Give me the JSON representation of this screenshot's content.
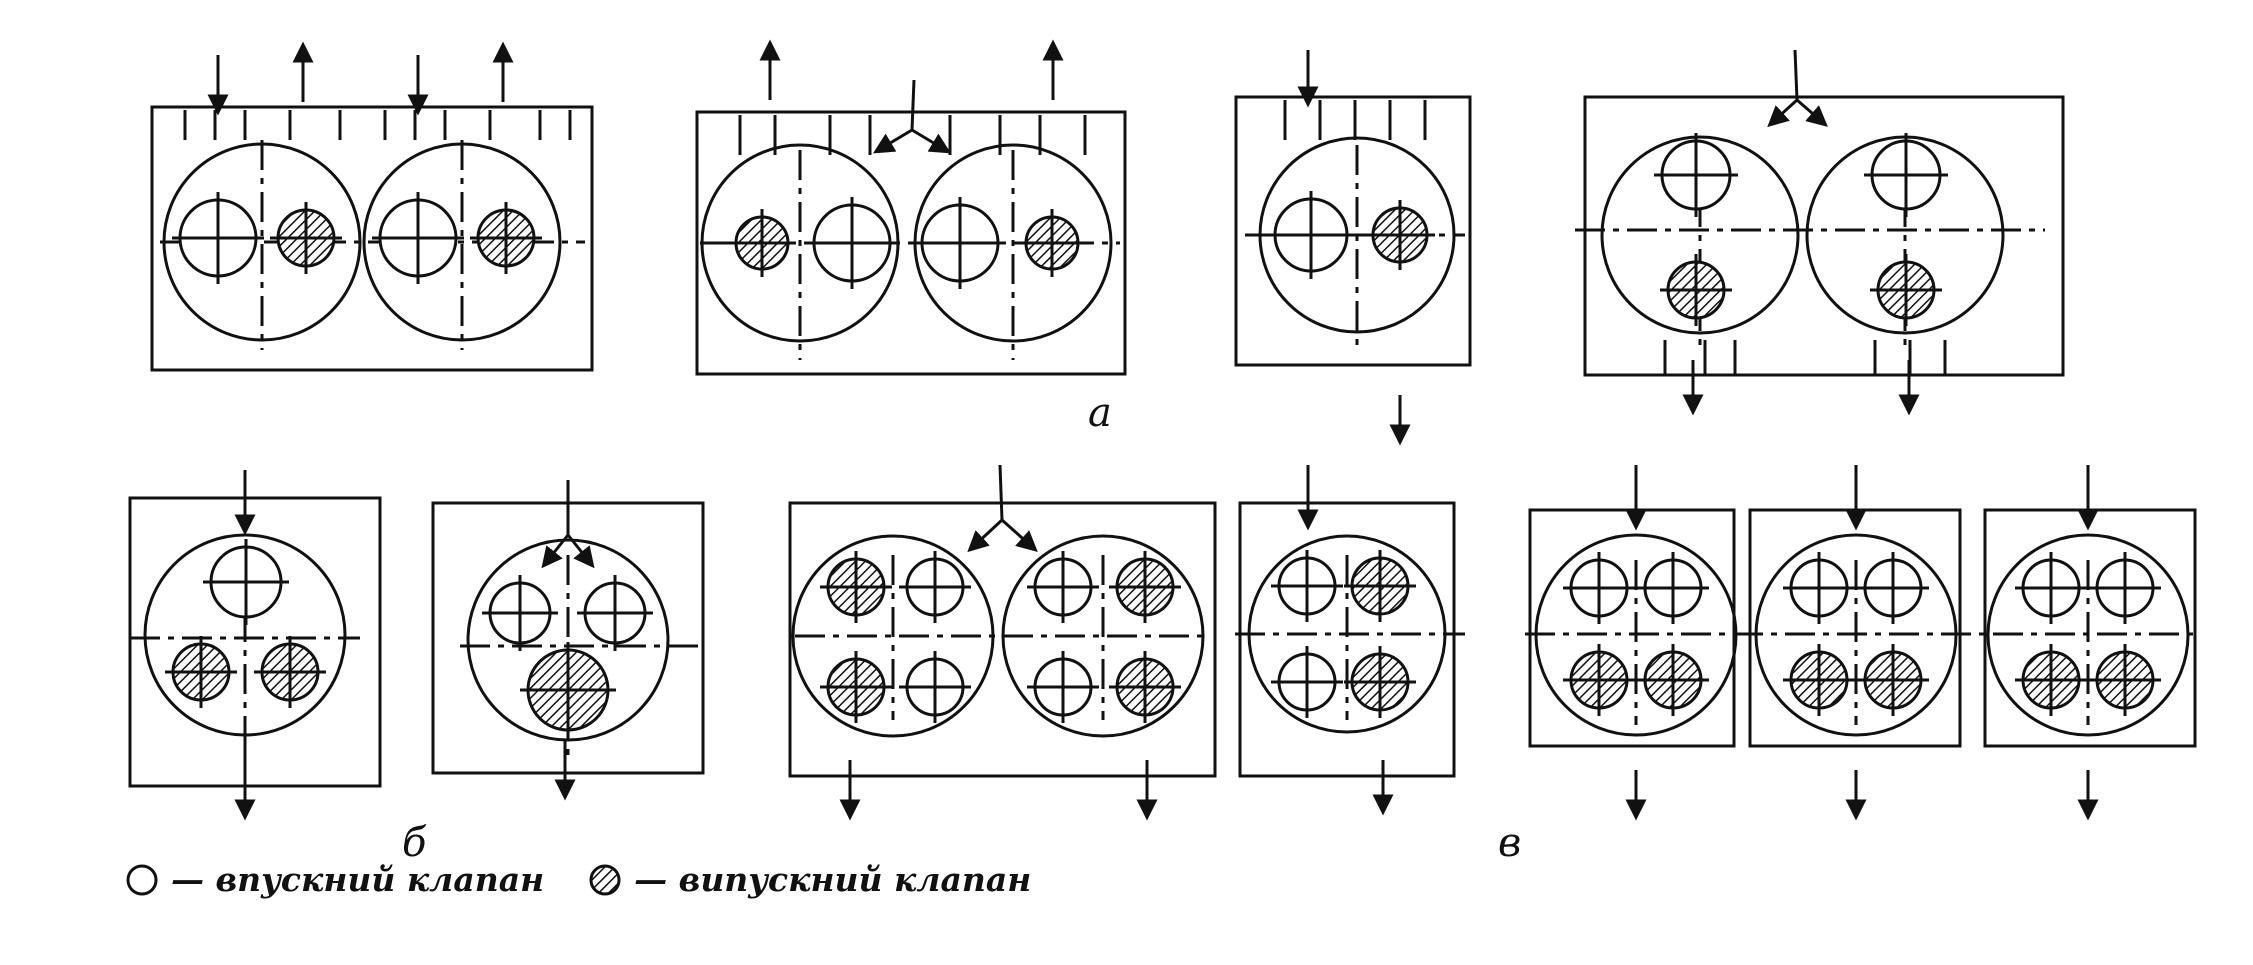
{
  "labels": {
    "a": "а",
    "b": "б",
    "v": "в"
  },
  "legend": {
    "intake_label": "— впускний клапан",
    "exhaust_label": "— випускний клапан"
  },
  "icons": {
    "intake": "open-circle-icon",
    "exhaust": "hatched-circle-icon"
  },
  "colors": {
    "line": "#111111",
    "hatch": "#111111",
    "background": "#ffffff"
  }
}
